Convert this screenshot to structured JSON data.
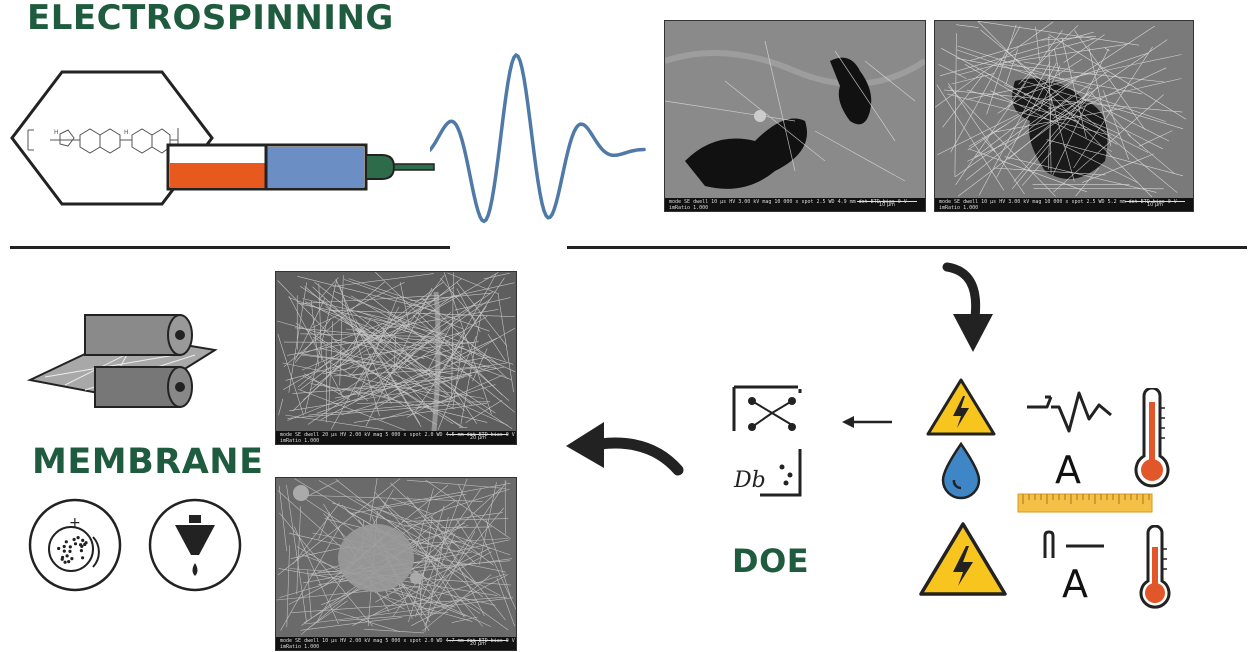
{
  "headings": {
    "electrospinning": "ELECTROSPINNING",
    "membrane": "MEMBRANE",
    "doe": "DOE"
  },
  "sem_images": [
    {
      "id": "sem-top-left",
      "meta": "mode SE   dwell 10 µs   HV 3.00 kV   mag 10 000 x   spot 2.5   WD 4.9 mm   det ETD   bias 0 V   imRatio 1.000",
      "scale": "10 µm"
    },
    {
      "id": "sem-top-right",
      "meta": "mode SE   dwell 10 µs   HV 3.00 kV   mag 10 000 x   spot 2.5   WD 5.2 mm   det ETD   bias 0 V   imRatio 1.000",
      "scale": "10 µm"
    },
    {
      "id": "sem-mid",
      "meta": "mode SE   dwell 20 µs   HV 2.00 kV   mag 5 000 x   spot 2.0   WD 4.5 mm   det ETD   bias 0 V   imRatio 1.000",
      "scale": "20 µm"
    },
    {
      "id": "sem-bottom",
      "meta": "mode SE   dwell 10 µs   HV 2.00 kV   mag 5 000 x   spot 2.0   WD 4.7 mm   det ETD   bias 0 V   imRatio 1.000",
      "scale": "20 µm"
    }
  ],
  "parameter_letters": {
    "row1": "A",
    "row2": "A"
  },
  "icons": {
    "molecule": "pbi-molecule-icon",
    "syringe": "syringe-icon",
    "wave": "sine-wave-icon",
    "rollers": "membrane-roll-icon",
    "filter": "filter-disc-icon",
    "funnel": "funnel-drop-icon",
    "voltage": "high-voltage-icon",
    "humidity": "water-drop-icon",
    "temperature": "thermometer-icon",
    "ruler": "ruler-icon",
    "graph": "doe-graph-icon"
  },
  "colors": {
    "title_green": "#1f5b3f",
    "syringe_blue": "#6b8fc4",
    "syringe_orange": "#e8591f",
    "needle_green": "#2d6b4a",
    "wave_blue": "#4f7aa8",
    "warning_yellow": "#f7c51e",
    "drop_blue": "#3f86c6",
    "thermo_orange": "#e2572a",
    "ruler_yellow": "#f5c046"
  }
}
